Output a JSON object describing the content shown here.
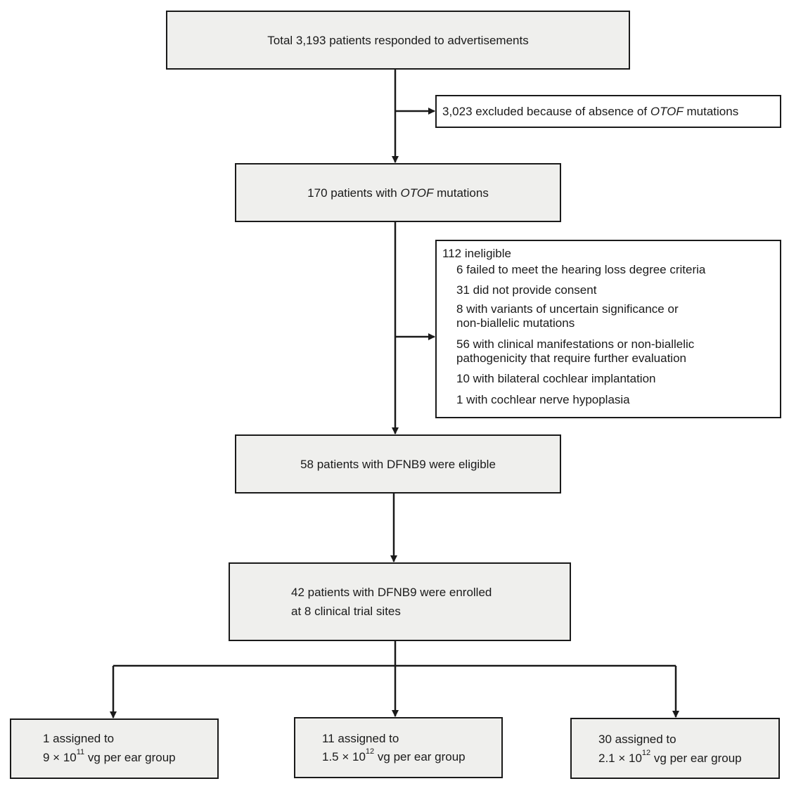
{
  "nodes": {
    "total": {
      "prefix": "Total 3,193 patients responded to advertisements"
    },
    "excluded": {
      "prefix": "3,023 excluded because of absence of ",
      "italic": "OTOF",
      "suffix": " mutations"
    },
    "otof": {
      "prefix": "170 patients with ",
      "italic": "OTOF",
      "suffix": " mutations"
    },
    "ineligible": {
      "title": "112 ineligible",
      "reasons": [
        {
          "line1": "6 failed to meet the hearing loss degree criteria",
          "line2": ""
        },
        {
          "line1": "31 did not provide consent",
          "line2": ""
        },
        {
          "line1": "8 with variants of uncertain significance or",
          "line2": "non-biallelic mutations"
        },
        {
          "line1": "56 with clinical manifestations or non-biallelic",
          "line2": "pathogenicity that require further evaluation"
        },
        {
          "line1": "10 with bilateral cochlear implantation",
          "line2": ""
        },
        {
          "line1": "1 with cochlear nerve hypoplasia",
          "line2": ""
        }
      ]
    },
    "eligible": {
      "prefix": "58 patients with DFNB9 were eligible"
    },
    "enrolled": {
      "line1": "42 patients with DFNB9 were enrolled",
      "line2": "at 8 clinical trial sites"
    },
    "groups": [
      {
        "line1": "1 assigned to",
        "dose_base": "9 × 10",
        "dose_exp": "11",
        "dose_suffix": " vg per ear group"
      },
      {
        "line1": "11 assigned to",
        "dose_base": "1.5 × 10",
        "dose_exp": "12",
        "dose_suffix": " vg per ear group"
      },
      {
        "line1": "30 assigned to",
        "dose_base": "2.1 × 10",
        "dose_exp": "12",
        "dose_suffix": " vg per ear group"
      }
    ]
  }
}
